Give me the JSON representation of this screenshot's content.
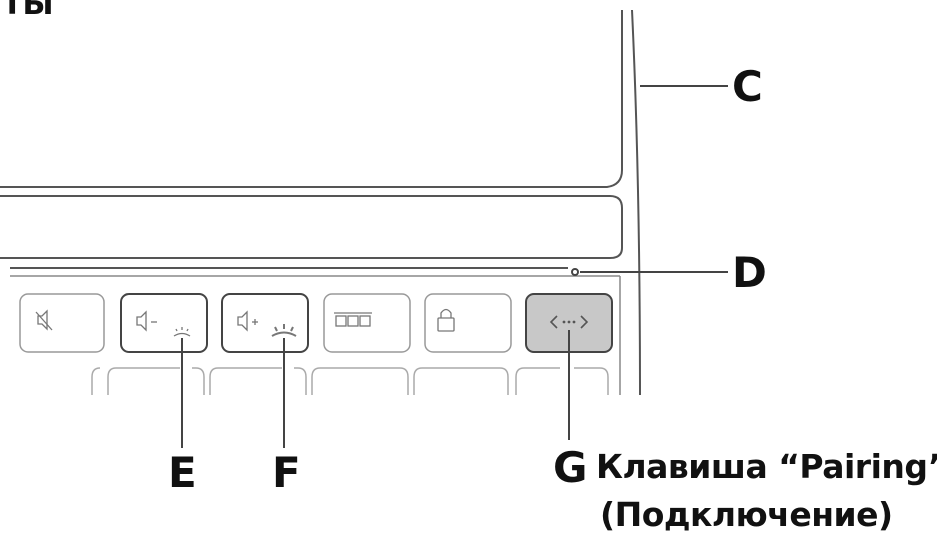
{
  "header_fragment": "ТЫ",
  "callouts": {
    "c": "C",
    "d": "D",
    "e": "E",
    "f": "F",
    "g": "G"
  },
  "pairing_caption": {
    "line1": "Клавиша “Pairing”",
    "line2": "(Подключение)"
  },
  "keys": [
    {
      "id": "mute-key",
      "icon": "speaker-mute-icon"
    },
    {
      "id": "volume-down-key",
      "icon": "speaker-minus-icon",
      "glyph": "▯-"
    },
    {
      "id": "volume-up-key",
      "icon": "speaker-plus-icon",
      "glyph": "▯+"
    },
    {
      "id": "app-switch-key",
      "icon": "three-windows-icon"
    },
    {
      "id": "lock-key",
      "icon": "padlock-icon"
    },
    {
      "id": "pairing-key",
      "icon": "pairing-arrows-icon",
      "glyph": "‹··›",
      "highlight": "#c8c8c8"
    }
  ],
  "colors": {
    "line": "#555555",
    "pairing_key_fill": "#c8c8c8"
  }
}
